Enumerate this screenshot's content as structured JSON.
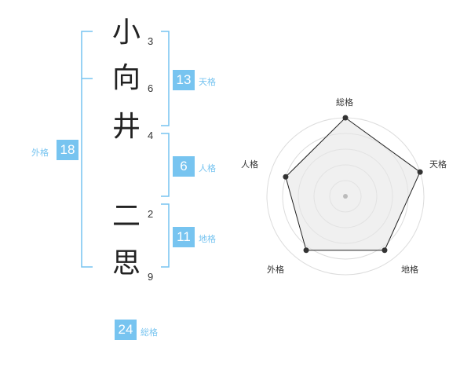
{
  "name_chars": [
    {
      "char": "小",
      "strokes": "3"
    },
    {
      "char": "向",
      "strokes": "6"
    },
    {
      "char": "井",
      "strokes": "4"
    },
    {
      "char": "二",
      "strokes": "2"
    },
    {
      "char": "思",
      "strokes": "9"
    }
  ],
  "fortunes": {
    "tenkaku": {
      "value": "13",
      "label": "天格"
    },
    "jinkaku": {
      "value": "6",
      "label": "人格"
    },
    "chikaku": {
      "value": "11",
      "label": "地格"
    },
    "gaikaku": {
      "value": "18",
      "label": "外格"
    },
    "soukaku": {
      "value": "24",
      "label": "総格"
    }
  },
  "colors": {
    "accent": "#77c4f0",
    "radar_fill": "#e6e6e6",
    "radar_line": "#222222"
  },
  "chart_data": {
    "type": "radar",
    "axes": [
      "総格",
      "天格",
      "地格",
      "外格",
      "人格"
    ],
    "values": [
      1.0,
      1.0,
      0.85,
      0.85,
      0.8
    ],
    "rings": 5,
    "max": 1.0
  }
}
